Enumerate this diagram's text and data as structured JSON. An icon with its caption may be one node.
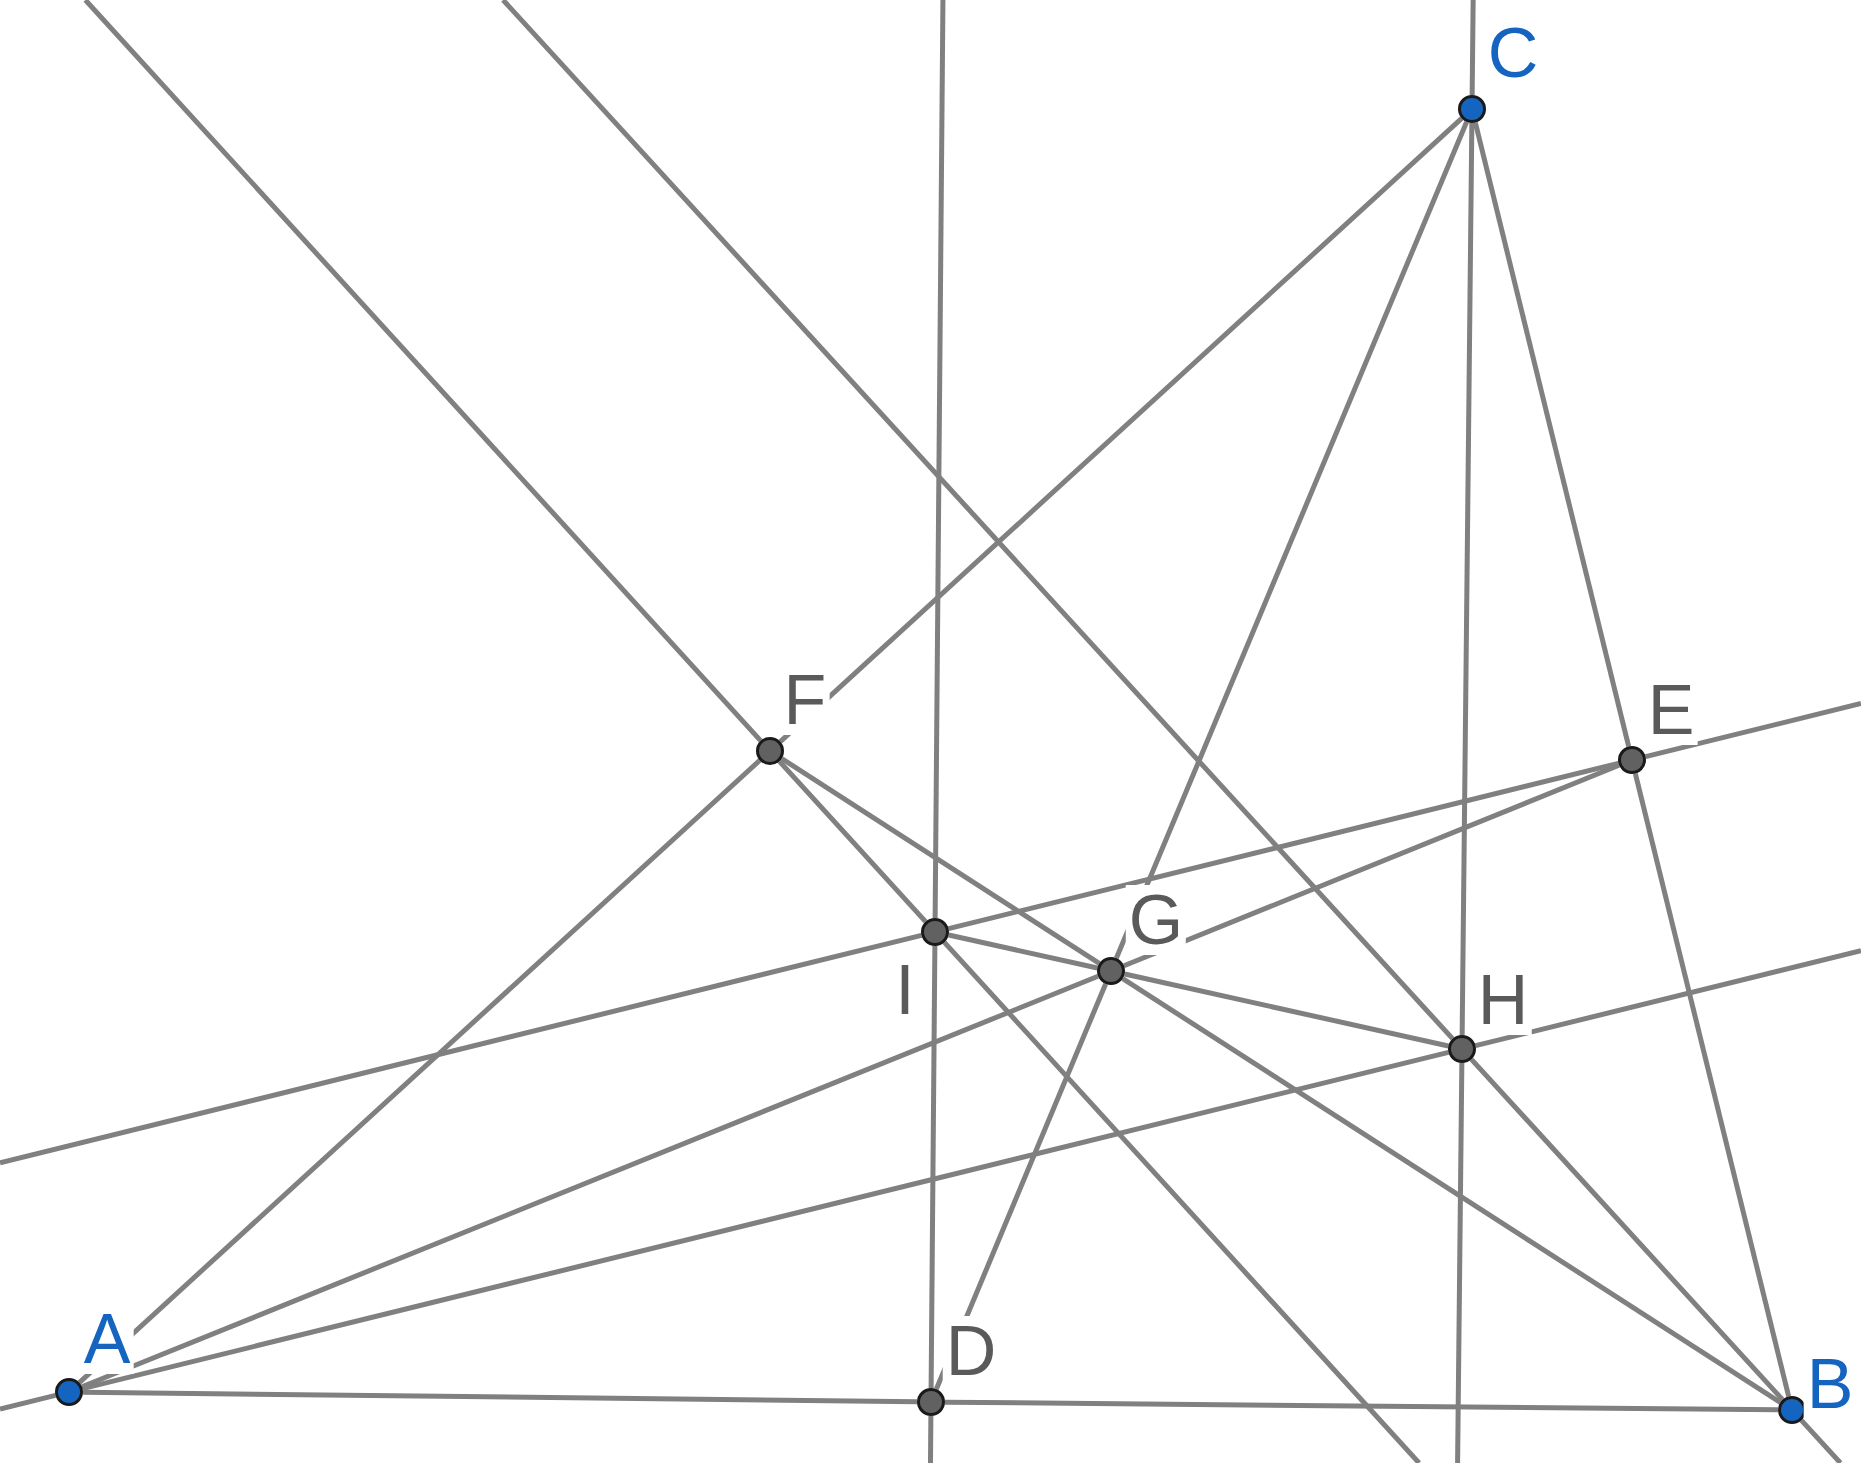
{
  "diagram": {
    "nodes": [
      {
        "text": [
          "A"
        ]
      },
      {
        "text": [
          "B"
        ]
      },
      {
        "text": [
          "C"
        ]
      },
      {
        "text": [
          "D"
        ]
      },
      {
        "text": [
          "E"
        ]
      },
      {
        "text": [
          "F"
        ]
      },
      {
        "text": [
          "G"
        ]
      },
      {
        "text": [
          "H"
        ]
      },
      {
        "text": [
          "I"
        ]
      }
    ],
    "edges": [
      {
        "from": 0,
        "to": 3,
        "arrow": "none"
      },
      {
        "from": 3,
        "to": 1,
        "arrow": "none"
      },
      {
        "from": 1,
        "to": 4,
        "arrow": "none"
      },
      {
        "from": 4,
        "to": 2,
        "arrow": "none"
      },
      {
        "from": 2,
        "to": 5,
        "arrow": "none"
      },
      {
        "from": 5,
        "to": 0,
        "arrow": "none"
      },
      {
        "from": 0,
        "to": 6,
        "arrow": "none"
      },
      {
        "from": 6,
        "to": 4,
        "arrow": "none"
      },
      {
        "from": 2,
        "to": 6,
        "arrow": "none"
      },
      {
        "from": 6,
        "to": 3,
        "arrow": "none"
      },
      {
        "from": 5,
        "to": 6,
        "arrow": "none"
      },
      {
        "from": 6,
        "to": 1,
        "arrow": "none"
      },
      {
        "from": 8,
        "to": 6,
        "arrow": "none"
      },
      {
        "from": 6,
        "to": 7,
        "arrow": "none"
      },
      {
        "from": null,
        "to": 5,
        "arrow": "none"
      },
      {
        "from": 5,
        "to": 8,
        "arrow": "none"
      },
      {
        "from": 8,
        "to": null,
        "arrow": "none"
      },
      {
        "from": null,
        "to": 7,
        "arrow": "none"
      },
      {
        "from": 7,
        "to": 1,
        "arrow": "none"
      },
      {
        "from": 1,
        "to": null,
        "arrow": "none"
      },
      {
        "from": null,
        "to": 8,
        "arrow": "none"
      },
      {
        "from": 8,
        "to": 3,
        "arrow": "none"
      },
      {
        "from": 3,
        "to": null,
        "arrow": "none"
      },
      {
        "from": null,
        "to": 2,
        "arrow": "none"
      },
      {
        "from": 2,
        "to": 7,
        "arrow": "none"
      },
      {
        "from": 7,
        "to": null,
        "arrow": "none"
      },
      {
        "from": null,
        "to": 8,
        "arrow": "none"
      },
      {
        "from": 8,
        "to": 4,
        "arrow": "none"
      },
      {
        "from": 4,
        "to": null,
        "arrow": "none"
      },
      {
        "from": null,
        "to": 0,
        "arrow": "none"
      },
      {
        "from": 0,
        "to": 7,
        "arrow": "none"
      },
      {
        "from": 7,
        "to": null,
        "arrow": "none"
      }
    ]
  }
}
